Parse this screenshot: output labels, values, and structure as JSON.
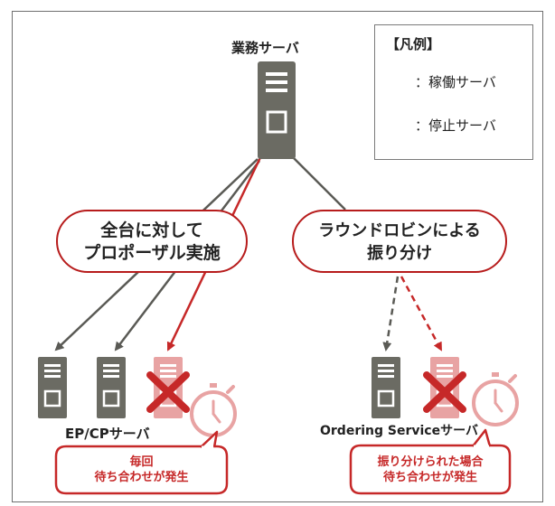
{
  "top_server": {
    "label": "業務サーバ",
    "icon": "server-icon"
  },
  "legend": {
    "title": "【凡例】",
    "items": [
      {
        "icon": "server-icon",
        "label": "：稼働サーバ"
      },
      {
        "icon": "stopped-server-icon",
        "label": "：停止サーバ"
      }
    ]
  },
  "left_bubble": {
    "line1": "全台に対して",
    "line2": "プロポーザル実施"
  },
  "right_bubble": {
    "line1": "ラウンドロビンによる",
    "line2": "振り分け"
  },
  "left_group": {
    "label": "EP/CPサーバ"
  },
  "right_group": {
    "label": "Ordering Serviceサーバ"
  },
  "left_callout": {
    "line1": "毎回",
    "line2": "待ち合わせが発生"
  },
  "right_callout": {
    "line1": "振り分けられた場合",
    "line2": "待ち合わせが発生"
  },
  "colors": {
    "active": "#6b6b63",
    "stopped": "#c62828",
    "stopped_fill": "#e8a3a3",
    "border": "#b71c1c"
  }
}
